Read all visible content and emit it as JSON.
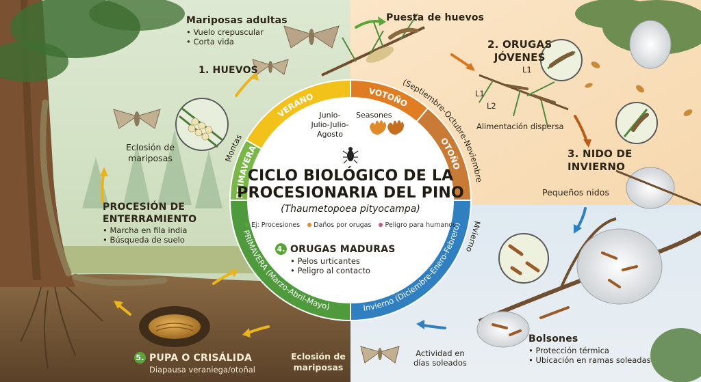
{
  "center": {
    "title_line1": "CICLO BIOLÓGICO DE LA",
    "title_line2": "PROCESIONARIA DEL PINO",
    "subtitle": "(Thaumetopoea pityocampa)",
    "legend": [
      {
        "label": "Ej: Procesiones",
        "color": "#5aa43a"
      },
      {
        "label": "Daños por orugas",
        "color": "#e08a2a"
      },
      {
        "label": "Peligro para humanos",
        "color": "#c45a7a"
      }
    ],
    "summer_months": [
      "Junio-",
      "Julio-Julio-",
      "Agosto"
    ],
    "seasons_label": "Seasones"
  },
  "ring": {
    "verano": "VERANO",
    "votono": "VOTOÑO",
    "otono": "OTOÑO",
    "primavera_top": "PRIMAVERA",
    "primavera_bottom": "PRIMAVERA (Marzo-Abril-Mayo)",
    "invierno": "Invierno (Diciembre-Enero-Febrero)",
    "outer_autumn": "(Septiembre-Octubre-Noviembre",
    "outer_left": "Montas",
    "outer_right": "Mvierno"
  },
  "stages": {
    "adult": {
      "title": "Mariposas adultas",
      "bullets": [
        "Vuelo crepuscular",
        "Corta vida"
      ]
    },
    "eggs": {
      "title": "1. HUEVOS"
    },
    "laying": {
      "title": "Puesta de huevos"
    },
    "young": {
      "title_line1": "2. ORUGAS",
      "title_line2": "JÓVENES",
      "tags": [
        "L1",
        "L1",
        "L2"
      ],
      "note": "Alimentación dispersa"
    },
    "nest": {
      "title_line1": "3. NIDO DE",
      "title_line2": "INVIERNO",
      "note": "Pequeños nidos"
    },
    "mature": {
      "number": "4.",
      "title": "ORUGAS MADURAS",
      "bullets": [
        "Pelos urticantes",
        "Peligro al contacto"
      ]
    },
    "bags": {
      "title": "Bolsones",
      "bullets": [
        "Protección térmica",
        "Ubicación en ramas soleadas"
      ]
    },
    "activity": {
      "line1": "Actividad en",
      "line2": "días soleados"
    },
    "pupa": {
      "number": "5.",
      "title": "PUPA O CRISÁLIDA",
      "note": "Diapausa veraniega/otoñal"
    },
    "emergence_bottom": {
      "line1": "Eclosión de",
      "line2": "mariposas"
    },
    "emergence_left": {
      "line1": "Eclosión de",
      "line2": "mariposas"
    },
    "procession": {
      "title_line1": "PROCESIÓN DE",
      "title_line2": "ENTERRAMIENTO",
      "bullets": [
        "Marcha en fila india",
        "Búsqueda de suelo"
      ]
    }
  },
  "colors": {
    "verano": "#f2c21b",
    "votono": "#e07c22",
    "otono": "#c97a34",
    "invierno": "#2f7fc1",
    "primavera": "#7ab648",
    "primavera_dark": "#4f9a3c"
  }
}
